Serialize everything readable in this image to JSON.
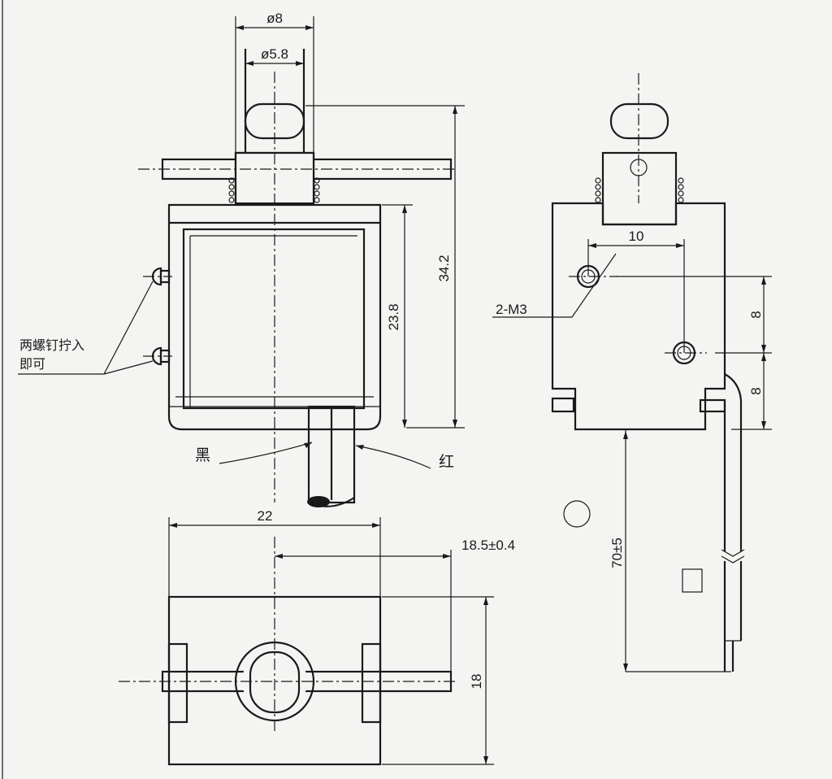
{
  "dimensions": {
    "d_outer": "ø8",
    "d_inner": "ø5.8",
    "overall_height": "34.2",
    "body_height": "23.8",
    "width": "22",
    "offset": "18.5±0.4",
    "depth": "18",
    "hole_spacing": "10",
    "thread": "2-M3",
    "vertical_a": "8",
    "vertical_b": "8",
    "lead_length": "70±5"
  },
  "labels": {
    "screw_note_line1": "两螺钉拧入",
    "screw_note_line2": "即可",
    "wire_black": "黑",
    "wire_red": "红"
  }
}
